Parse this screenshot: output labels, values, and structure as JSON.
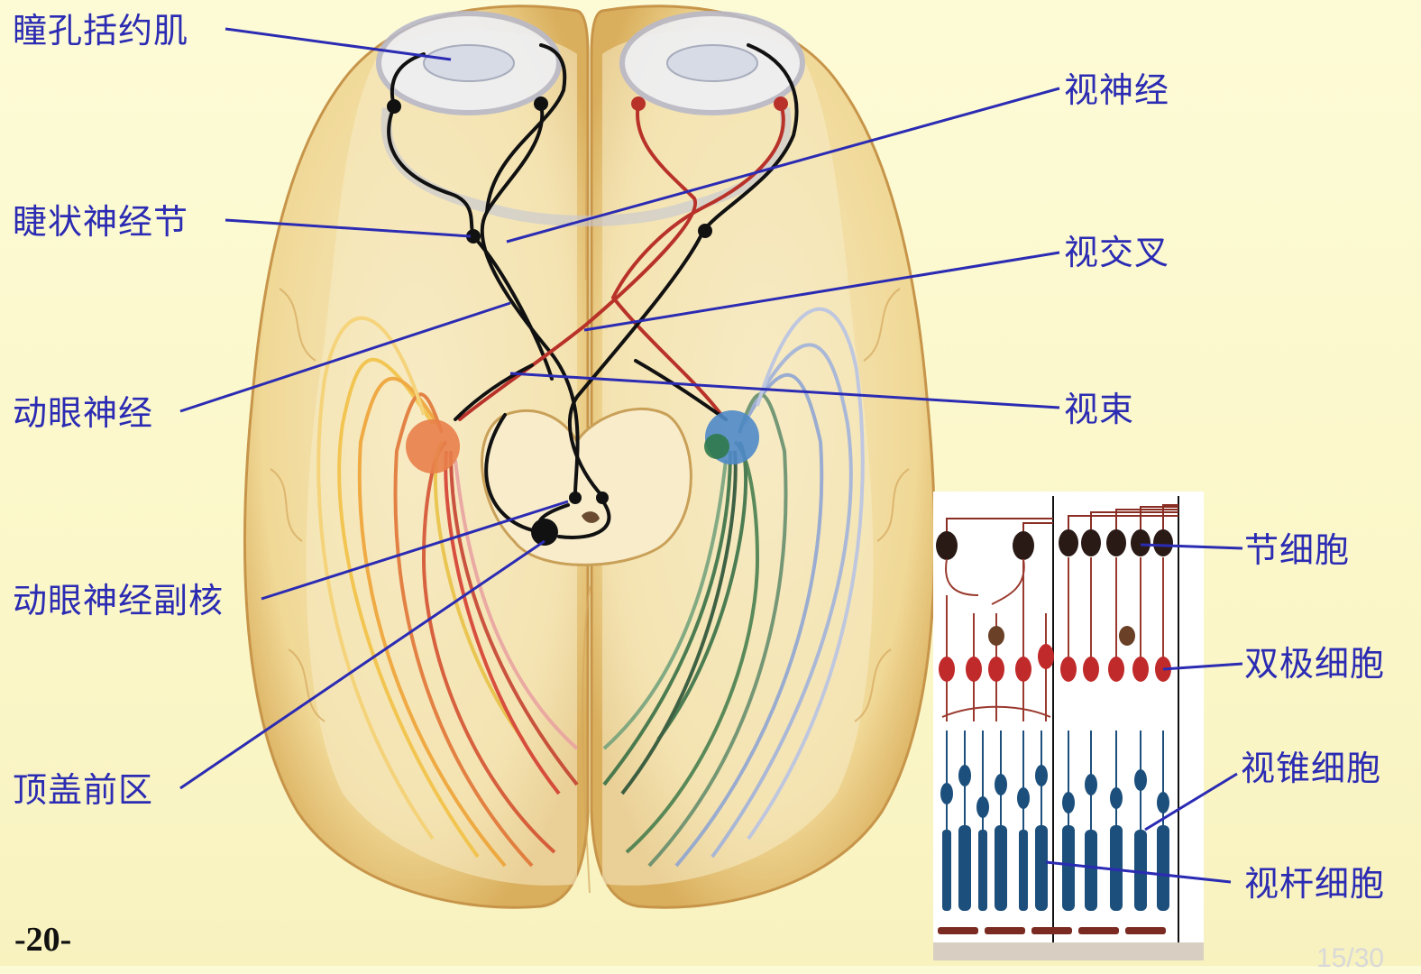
{
  "labels_left": {
    "pupil_sphincter": "瞳孔括约肌",
    "ciliary_ganglion": "睫状神经节",
    "oculomotor_nerve": "动眼神经",
    "accessory_nucleus": "动眼神经副核",
    "pretectal_area": "顶盖前区"
  },
  "labels_right": {
    "optic_nerve": "视神经",
    "optic_chiasm": "视交叉",
    "optic_tract": "视束"
  },
  "labels_retina": {
    "ganglion_cells": "节细胞",
    "bipolar_cells": "双极细胞",
    "cone_cells": "视锥细胞",
    "rod_cells": "视杆细胞"
  },
  "page_number": "-20-",
  "slide_counter": "15/30",
  "colors": {
    "label": "#2b2bb3",
    "leader_line": "#2b2bb3",
    "brain": "#f3dfa4",
    "nerve_black": "#111111",
    "nerve_red": "#b8322a",
    "retina_blue": "#1c4f7c",
    "retina_red": "#b8322a"
  }
}
